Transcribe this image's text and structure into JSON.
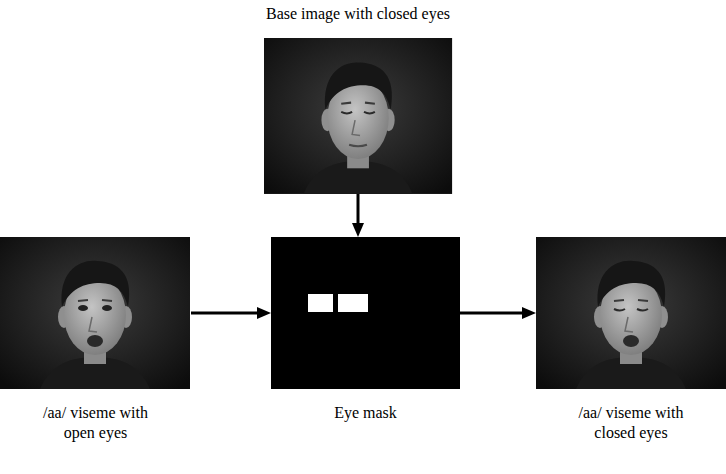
{
  "diagram": {
    "nodes": [
      {
        "text": [
          "Base image with closed eyes"
        ]
      },
      {
        "text": [
          "/aa/ viseme with open eyes"
        ]
      },
      {
        "text": [
          "Eye mask"
        ]
      },
      {
        "text": [
          "/aa/ viseme with closed eyes"
        ]
      }
    ],
    "edges": [
      {
        "from": 0,
        "to": 2,
        "arrow": "to"
      },
      {
        "from": 1,
        "to": 2,
        "arrow": "to"
      },
      {
        "from": 2,
        "to": 3,
        "arrow": "to"
      }
    ]
  }
}
